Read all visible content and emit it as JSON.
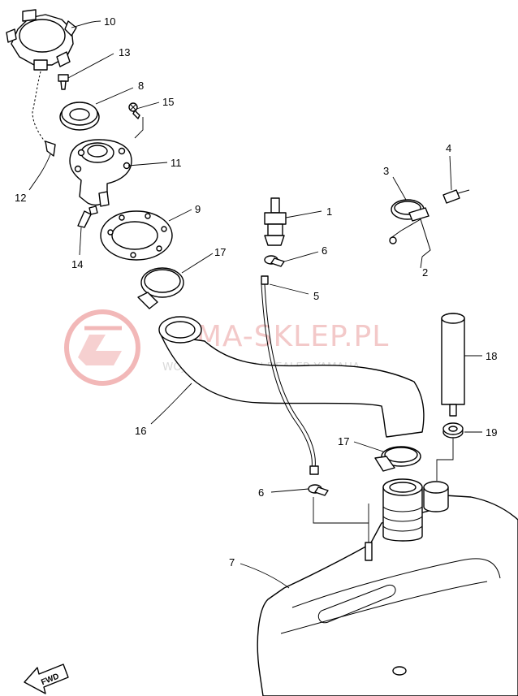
{
  "watermark": {
    "title": "YAMA-SKLEP.PL",
    "subtitle": "WOJCIECHOWICZ I DEALER YAMAHA",
    "color": "#e8a0a0"
  },
  "direction_badge": "FWD",
  "callouts": [
    {
      "id": "c1",
      "label": "1"
    },
    {
      "id": "c2",
      "label": "2"
    },
    {
      "id": "c3",
      "label": "3"
    },
    {
      "id": "c4",
      "label": "4"
    },
    {
      "id": "c5",
      "label": "5"
    },
    {
      "id": "c6a",
      "label": "6"
    },
    {
      "id": "c6b",
      "label": "6"
    },
    {
      "id": "c7",
      "label": "7"
    },
    {
      "id": "c8",
      "label": "8"
    },
    {
      "id": "c9",
      "label": "9"
    },
    {
      "id": "c10",
      "label": "10"
    },
    {
      "id": "c11",
      "label": "11"
    },
    {
      "id": "c12",
      "label": "12"
    },
    {
      "id": "c13",
      "label": "13"
    },
    {
      "id": "c14",
      "label": "14"
    },
    {
      "id": "c15",
      "label": "15"
    },
    {
      "id": "c16",
      "label": "16"
    },
    {
      "id": "c17a",
      "label": "17"
    },
    {
      "id": "c17b",
      "label": "17"
    },
    {
      "id": "c18",
      "label": "18"
    },
    {
      "id": "c19",
      "label": "19"
    }
  ]
}
